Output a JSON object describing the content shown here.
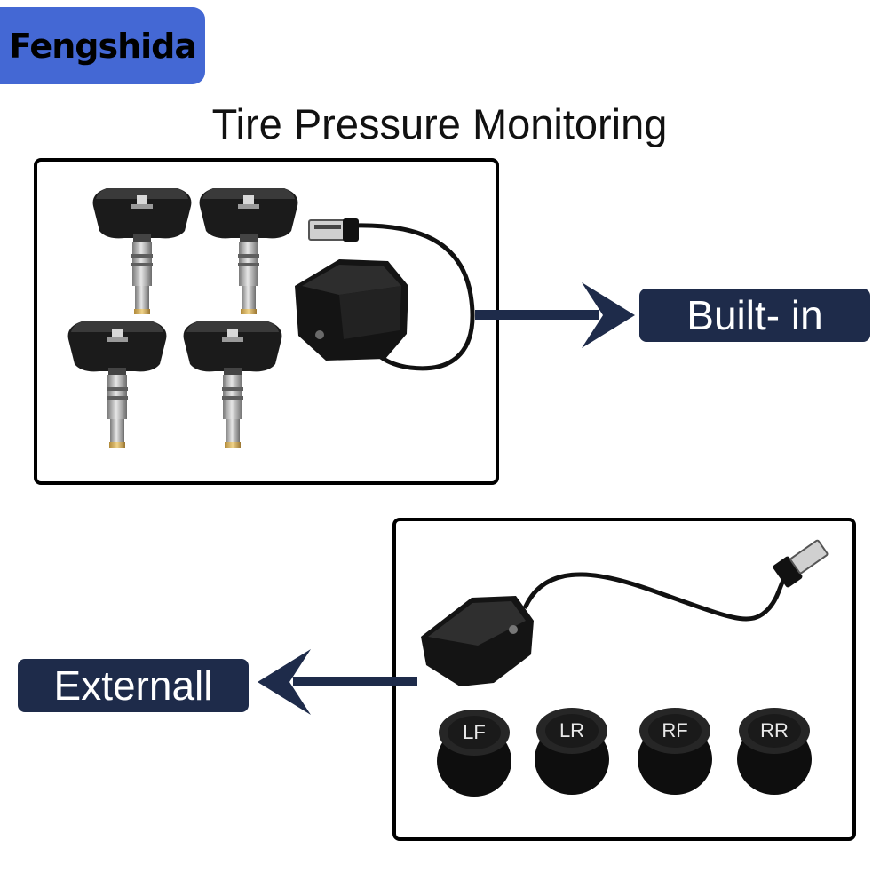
{
  "brand": {
    "name": "Fengshida"
  },
  "title": "Tire Pressure Monitoring",
  "labels": {
    "builtin": "Built- in",
    "external": "Externall"
  },
  "caps": [
    "LF",
    "LR",
    "RF",
    "RR"
  ],
  "colors": {
    "brand_bg": "#4468d4",
    "pill_bg": "#1e2b4a",
    "arrow": "#1e2b4a"
  }
}
